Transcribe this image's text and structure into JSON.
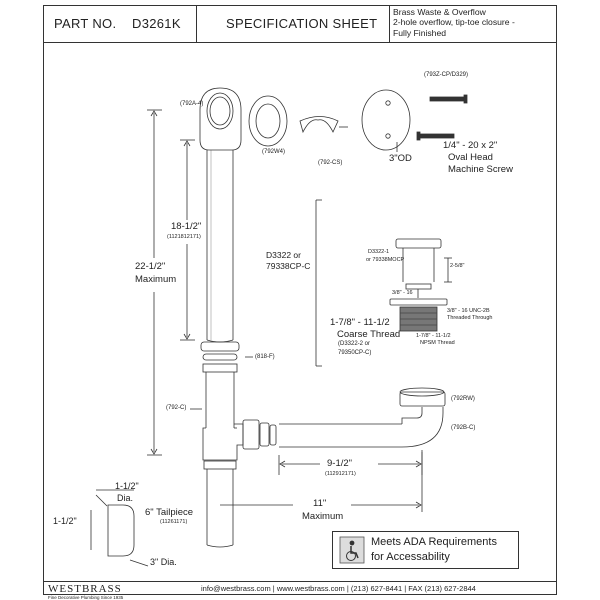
{
  "header": {
    "part_no_label": "PART NO.",
    "part_no": "D3261K",
    "title": "SPECIFICATION SHEET",
    "description": [
      "Brass Waste & Overflow",
      "2-hole overflow, tip-toe closure -",
      "Fully Finished"
    ]
  },
  "labels": {
    "l_793z": "(793Z-CP/D329)",
    "l_792a4": "(792A-4)",
    "l_792w4": "(792W4)",
    "l_792cs": "(792-CS)",
    "od_3": "3\"OD",
    "screw_size": "1/4\" - 20 x 2\"",
    "screw_name_1": "Oval Head",
    "screw_name_2": "Machine Screw",
    "d3322_1": "D3322 or",
    "d3322_2": "79338CP-C",
    "d3322_1_small_1": "D3322-1",
    "d3322_1_small_2": "or 79338MOCP",
    "dim_258": "2-5/8\"",
    "dim_3816": "3/8\" - 16",
    "thread_1": "3/8\" - 16 UNC-2B",
    "thread_2": "Threaded Through",
    "nps_1": "1-7/8\" - 11-1/2",
    "nps_2": "NPSM Thread",
    "coarse_1": "1-7/8\" - 11-1/2",
    "coarse_2": "Coarse Thread",
    "coarse_3": "(D3322-2 or",
    "coarse_4": "79350CP-C)",
    "dim_1812": "18-1/2\"",
    "dim_1812_mm": "(1121812171)",
    "dim_2212": "22-1/2\"",
    "dim_2212_sub": "Maximum",
    "l_818f": "(818-F)",
    "l_792c": "(792-C)",
    "l_792rw": "(792RW)",
    "l_792bc": "(792B-C)",
    "dim_912": "9-1/2\"",
    "dim_912_mm": "(112912171)",
    "dim_112a": "1-1/2\"",
    "dim_112a_sub": "Dia.",
    "dim_112b": "1-1/2\"",
    "dim_3dia": "3\" Dia.",
    "tailpiece": "6\" Tailpiece",
    "tailpiece_mm": "(11261171)",
    "dim_11": "11\"",
    "dim_11_sub": "Maximum"
  },
  "ada": {
    "line1": "Meets  ADA Requirements",
    "line2": "for Accessability"
  },
  "footer": {
    "brand": "WESTBRASS",
    "tagline": "Fine Decorative Plumbing Since 1935",
    "contact": "info@westbrass.com | www.westbrass.com | (213) 627-8441 | FAX (213) 627-2844"
  }
}
